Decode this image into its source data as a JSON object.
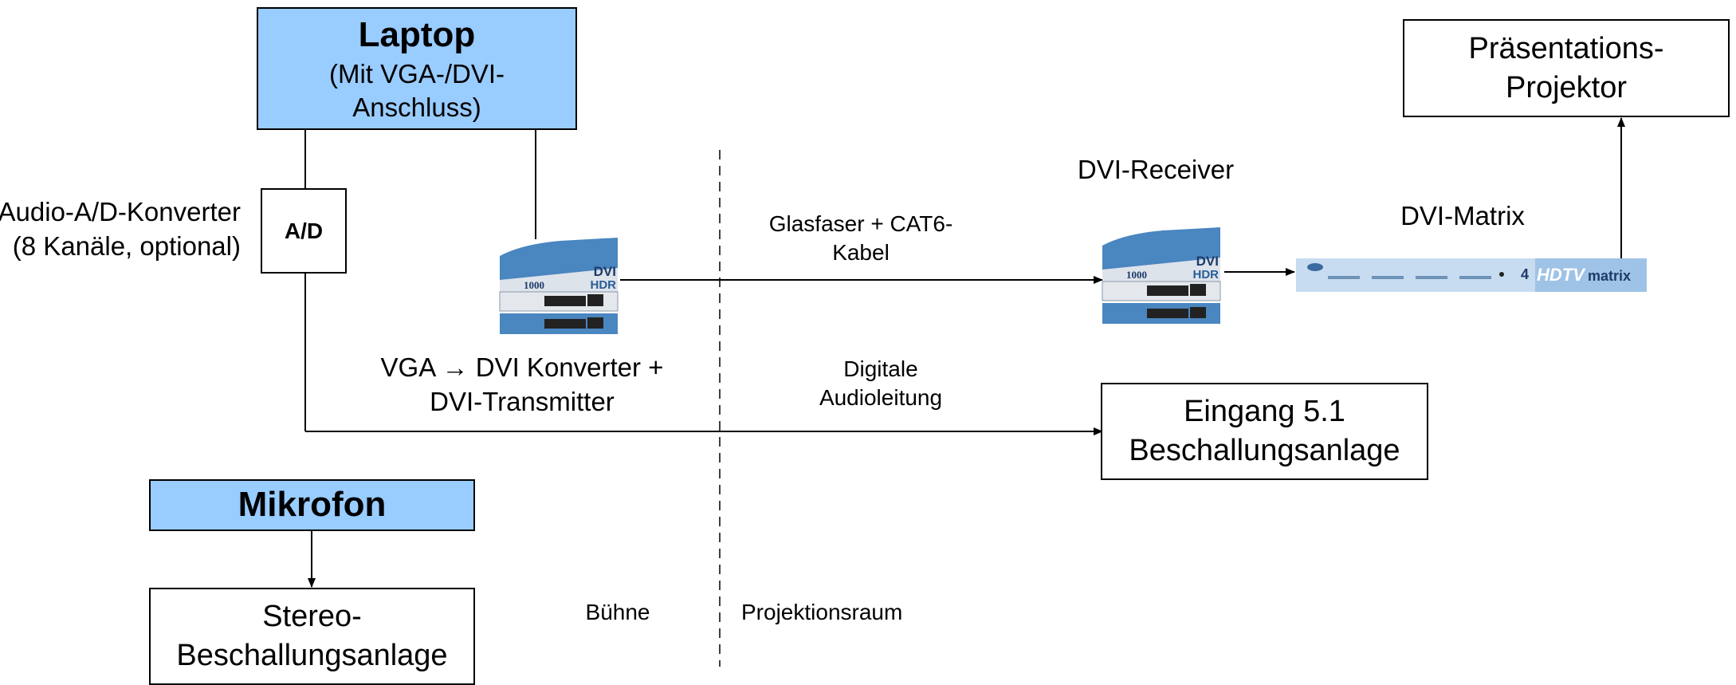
{
  "laptop": {
    "title": "Laptop",
    "line1": "(Mit VGA-/DVI-",
    "line2": "Anschluss)"
  },
  "ad_box": "A/D",
  "ad_label": {
    "line1": "Audio-A/D-Konverter",
    "line2": "(8 Kanäle, optional)"
  },
  "transmitter_label": {
    "line1": "VGA → DVI Konverter +",
    "line2": "DVI-Transmitter"
  },
  "fiber_label": {
    "line1": "Glasfaser + CAT6-",
    "line2": "Kabel"
  },
  "audio_label": {
    "line1": "Digitale",
    "line2": "Audioleitung"
  },
  "receiver_label": "DVI-Receiver",
  "matrix_label": "DVI-Matrix",
  "projector": {
    "line1": "Präsentations-",
    "line2": "Projektor"
  },
  "surround": {
    "line1": "Eingang 5.1",
    "line2": "Beschallungsanlage"
  },
  "mic": "Mikrofon",
  "stereo": {
    "line1": "Stereo-",
    "line2": "Beschallungsanlage"
  },
  "zone_left": "Bühne",
  "zone_right": "Projektionsraum",
  "device": {
    "brand_a": "DVI",
    "brand_b": "HDR",
    "model": "1000"
  },
  "matrix_device": {
    "prefix": "4",
    "brand": "HDTV",
    "suffix": "matrix"
  },
  "colors": {
    "box_fill": "#99ccff",
    "device_blue": "#4a86c0",
    "device_face": "#dde3ea"
  }
}
